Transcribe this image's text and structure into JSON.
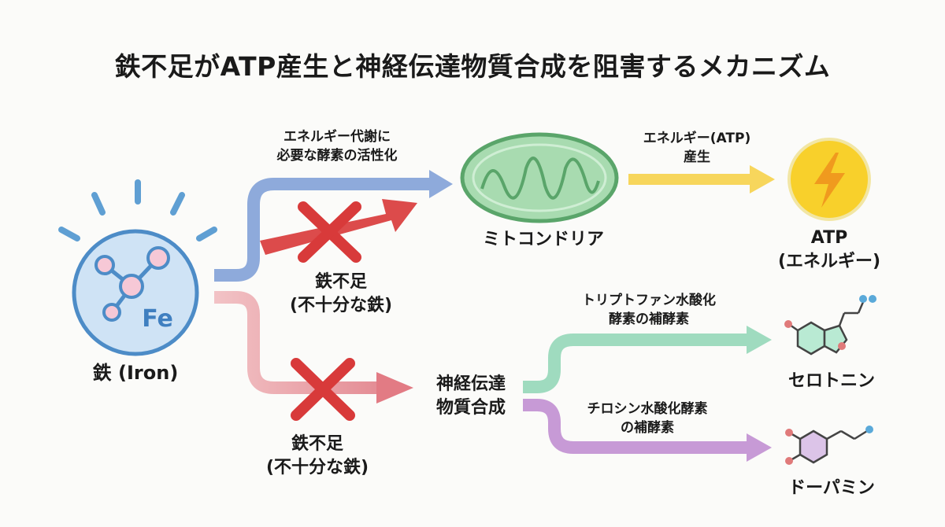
{
  "title": "鉄不足がATP産生と神経伝達物質合成を阻害するメカニズム",
  "iron": {
    "label": "鉄 (Iron)",
    "symbol": "Fe"
  },
  "top_path": {
    "enzyme_label": [
      "エネルギー代謝に",
      "必要な酵素の活性化"
    ],
    "deficiency_label": [
      "鉄不足",
      "(不十分な鉄)"
    ]
  },
  "mitochondria": {
    "label": "ミトコンドリア"
  },
  "atp_path": {
    "label": [
      "エネルギー(ATP)",
      "産生"
    ]
  },
  "atp": {
    "label": [
      "ATP",
      "(エネルギー)"
    ]
  },
  "bottom_path": {
    "deficiency_label": [
      "鉄不足",
      "(不十分な鉄)"
    ],
    "synthesis_label": [
      "神経伝達",
      "物質合成"
    ]
  },
  "serotonin_path": {
    "label": [
      "トリプトファン水酸化",
      "酵素の補酵素"
    ]
  },
  "serotonin": {
    "label": "セロトニン"
  },
  "dopamine_path": {
    "label": [
      "チロシン水酸化酵素",
      "の補酵素"
    ]
  },
  "dopamine": {
    "label": "ドーパミン"
  },
  "colors": {
    "blue": "#8eaadb",
    "red": "#dc4b4b",
    "pink": "#e8a2a8",
    "yellow": "#f7d65c",
    "green": "#9fdbbf",
    "purple": "#c79ad6",
    "iron_fill": "#cde2f5",
    "mito_fill": "#a8dbb0",
    "atp_fill": "#f7cf2a"
  }
}
